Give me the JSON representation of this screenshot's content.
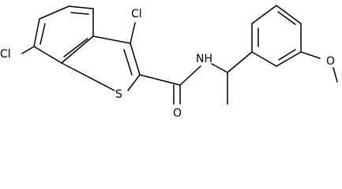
{
  "diagram": {
    "atom_labels": {
      "cl_left": "Cl",
      "cl_top": "Cl",
      "s": "S",
      "o_carbonyl": "O",
      "nh": "NH",
      "o_methoxy": "O"
    }
  }
}
